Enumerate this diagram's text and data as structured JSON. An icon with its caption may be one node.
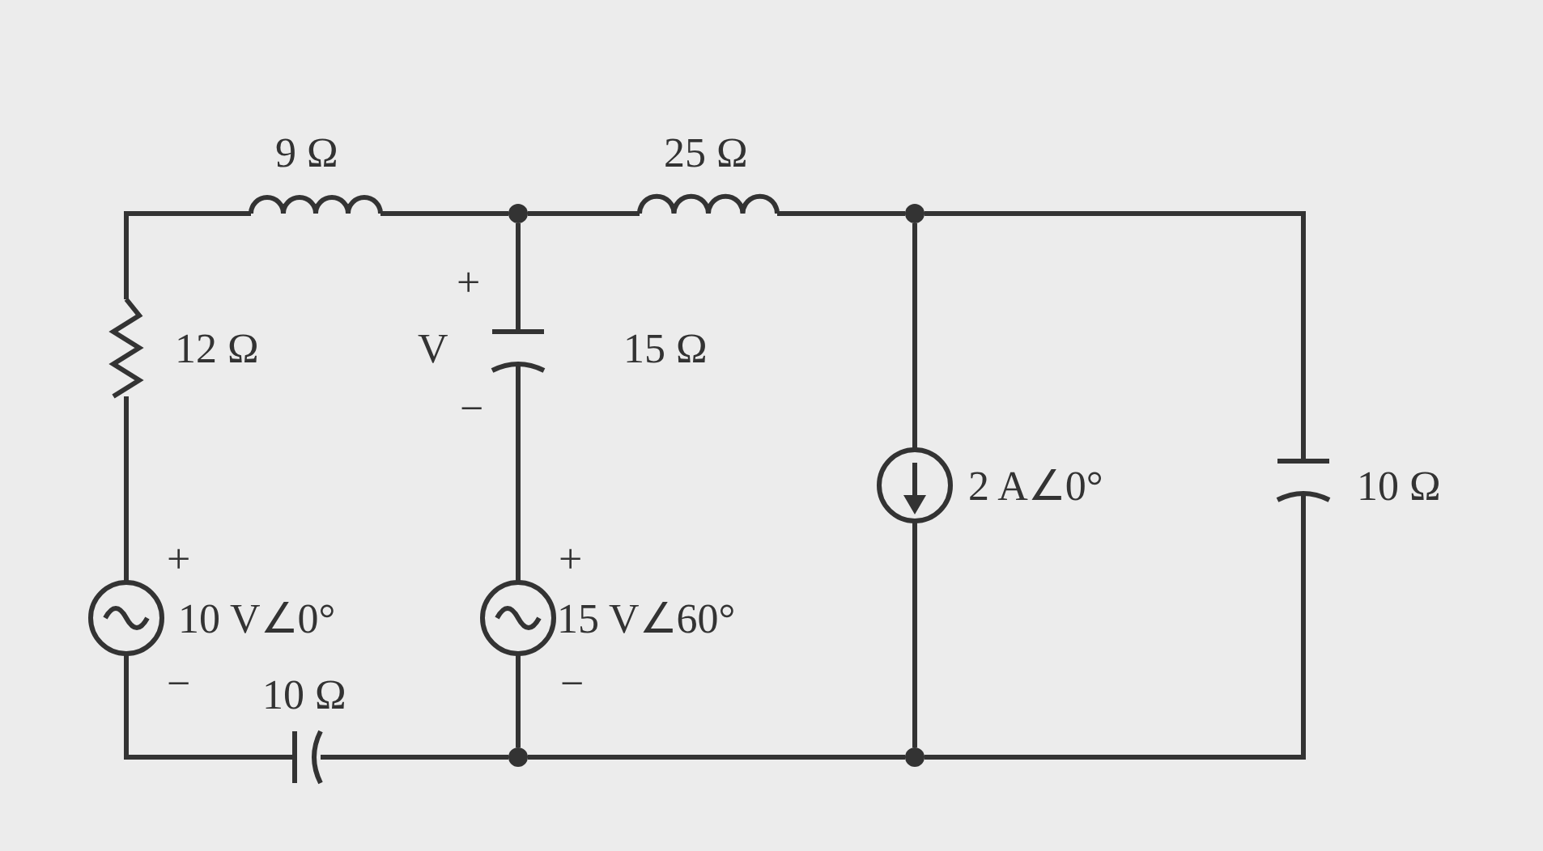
{
  "diagram": {
    "nodes": [
      {
        "text": [],
        "shape": "resistor",
        "beside": [
          "12 Ω"
        ]
      },
      {
        "text": [],
        "shape": "inductor",
        "beside": [
          "9 Ω"
        ]
      },
      {
        "text": [],
        "shape": "inductor",
        "beside": [
          "25 Ω"
        ]
      },
      {
        "text": [],
        "shape": "capacitor",
        "beside": [
          "+",
          "V",
          "−",
          "15 Ω"
        ]
      },
      {
        "text": [],
        "shape": "circle",
        "beside": [
          "+",
          "10 V∠0°",
          "−"
        ]
      },
      {
        "text": [],
        "shape": "circle",
        "beside": [
          "+",
          "15 V∠60°",
          "−"
        ]
      },
      {
        "text": [],
        "shape": "circle",
        "beside": [
          "2 A∠0°"
        ]
      },
      {
        "text": [],
        "shape": "capacitor",
        "beside": [
          "10 Ω"
        ]
      },
      {
        "text": [],
        "shape": "capacitor",
        "beside": [
          "10 Ω"
        ]
      },
      {
        "text": [],
        "shape": "dot"
      },
      {
        "text": [],
        "shape": "dot"
      },
      {
        "text": [],
        "shape": "dot"
      },
      {
        "text": [],
        "shape": "dot"
      }
    ],
    "edges": [
      {
        "from": 0,
        "to": 1,
        "arrow": "none"
      },
      {
        "from": 1,
        "to": 9,
        "arrow": "none"
      },
      {
        "from": 9,
        "to": 2,
        "arrow": "none"
      },
      {
        "from": 9,
        "to": 3,
        "arrow": "none"
      },
      {
        "from": 2,
        "to": 10,
        "arrow": "none"
      },
      {
        "from": 10,
        "to": 6,
        "arrow": "none"
      },
      {
        "from": 10,
        "to": 7,
        "arrow": "none"
      },
      {
        "from": 0,
        "to": 4,
        "arrow": "none"
      },
      {
        "from": 4,
        "to": 8,
        "arrow": "none"
      },
      {
        "from": 8,
        "to": 11,
        "arrow": "none"
      },
      {
        "from": 3,
        "to": 5,
        "arrow": "none"
      },
      {
        "from": 5,
        "to": 11,
        "arrow": "none"
      },
      {
        "from": 11,
        "to": 12,
        "arrow": "none"
      },
      {
        "from": 6,
        "to": 12,
        "arrow": "none"
      },
      {
        "from": 7,
        "to": 12,
        "arrow": "none"
      }
    ]
  }
}
